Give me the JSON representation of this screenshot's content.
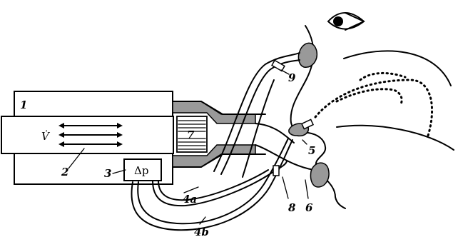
{
  "labels": {
    "unit1": "1",
    "flow_symbol": "V̇",
    "label2": "2",
    "label3": "3",
    "delta_p": "Δp",
    "label4a": "4a",
    "label4b": "4b",
    "label5": "5",
    "label6": "6",
    "label7": "7",
    "label8": "8",
    "label9": "9"
  },
  "colors": {
    "line": "#000000",
    "gray_fill": "#999999",
    "background": "#ffffff"
  }
}
